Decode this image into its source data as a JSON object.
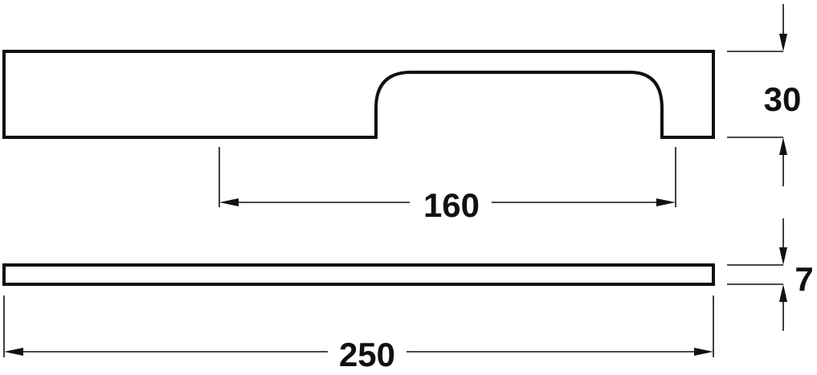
{
  "dimensions": {
    "height": "30",
    "hole_spacing": "160",
    "thickness": "7",
    "length": "250"
  }
}
